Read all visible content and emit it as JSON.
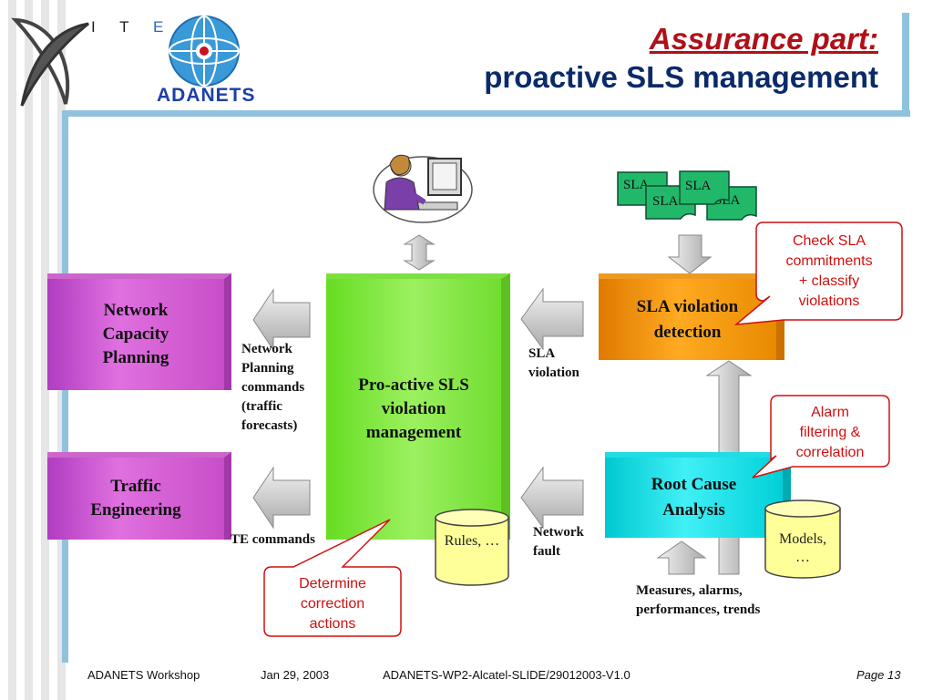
{
  "header": {
    "title_line1": "Assurance part:",
    "title_line2": "proactive SLS management",
    "logo_itea": "ITEA",
    "logo_adanets": "ADANETS"
  },
  "diagram": {
    "network_capacity_planning": "Network\nCapacity\nPlanning",
    "traffic_engineering": "Traffic\nEngineering",
    "proactive_box": "Pro-active SLS\nviolation\nmanagement",
    "sla_detection": "SLA violation\ndetection",
    "root_cause": "Root Cause\nAnalysis",
    "sla_doc_labels": [
      "SLA",
      "SLA",
      "SLA",
      "SLA"
    ],
    "label_network_planning": "Network\nPlanning\ncommands\n(traffic\nforecasts)",
    "label_te_commands": "TE commands",
    "label_sla_violation": "SLA\nviolation",
    "label_network_fault": "Network\nfault",
    "label_measures": "Measures, alarms,\nperformances, trends",
    "cyl_rules": "Rules, …",
    "cyl_models": "Models,\n…",
    "callout_check": "Check SLA\ncommitments\n+ classify\nviolations",
    "callout_alarm": "Alarm\nfiltering &\ncorrelation",
    "callout_determine": "Determine\ncorrection\nactions"
  },
  "footer": {
    "event": "ADANETS Workshop",
    "date": "Jan 29, 2003",
    "ref": "ADANETS-WP2-Alcatel-SLIDE/29012003-V1.0",
    "page": "Page 13"
  },
  "colors": {
    "title_red": "#b01018",
    "title_blue": "#0b2a6b",
    "accent_bar": "#8fc3dd",
    "magenta_box": "#cc55cc",
    "green_box": "#88ee44",
    "orange_box": "#ee8800",
    "cyan_box": "#00d5dd",
    "callout_red": "#d01010"
  }
}
